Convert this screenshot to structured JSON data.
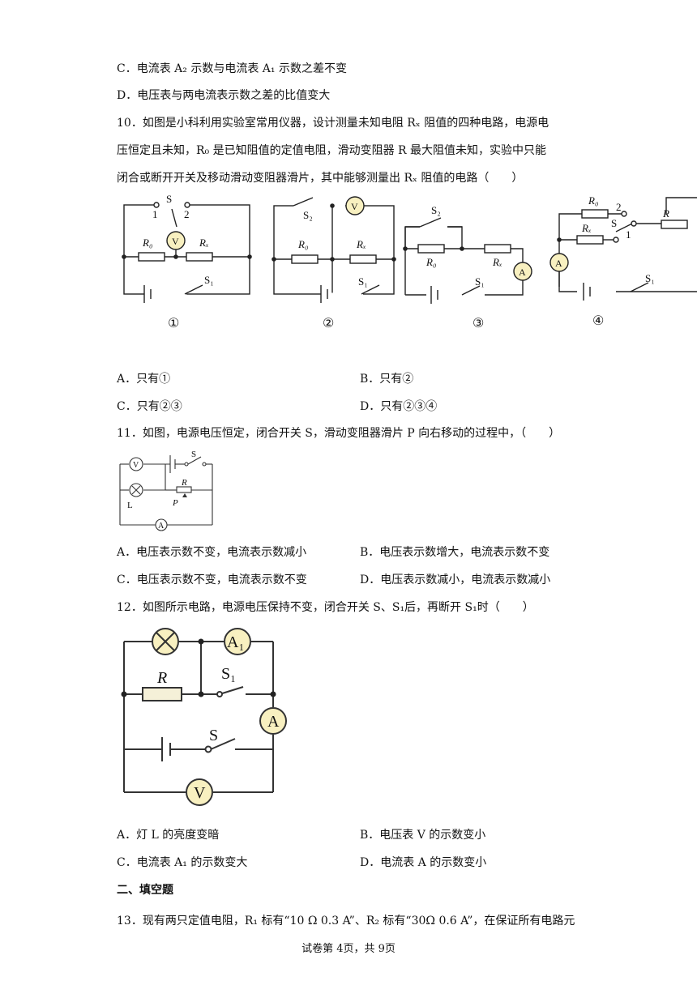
{
  "q9": {
    "optC": "C．电流表 A₂ 示数与电流表 A₁ 示数之差不变",
    "optD": "D．电压表与两电流表示数之差的比值变大"
  },
  "q10": {
    "line1": "10．如图是小科利用实验室常用仪器，设计测量未知电阻 Rₓ 阻值的四种电路，电源电",
    "line2": "压恒定且未知，R₀ 是已知阻值的定值电阻，滑动变阻器 R 最大阻值未知，实验中只能",
    "line3": "闭合或断开开关及移动滑动变阻器滑片，其中能够测量出 Rₓ 阻值的电路（　　）",
    "fig_labels": [
      "①",
      "②",
      "③",
      "④"
    ],
    "circuit_text": {
      "S": "S",
      "one": "1",
      "two": "2",
      "V": "V",
      "A": "A",
      "R0": "R₀",
      "Rx": "Rₓ",
      "S1": "S₁",
      "S2": "S₂",
      "R": "R"
    },
    "optA": "A．只有①",
    "optB": "B．只有②",
    "optC": "C．只有②③",
    "optD": "D．只有②③④"
  },
  "q11": {
    "stem": "11．如图，电源电压恒定，闭合开关 S，滑动变阻器滑片 P 向右移动的过程中，（　　）",
    "circuit_text": {
      "V": "V",
      "S": "S",
      "R": "R",
      "L": "L",
      "P": "P",
      "A": "A"
    },
    "optA": "A．电压表示数不变，电流表示数减小",
    "optB": "B．电压表示数增大，电流表示数不变",
    "optC": "C．电压表示数不变，电流表示数不变",
    "optD": "D．电压表示数减小，电流表示数减小"
  },
  "q12": {
    "stem": "12．如图所示电路，电源电压保持不变，闭合开关 S、S₁后，再断开 S₁时（　　）",
    "circuit_text": {
      "A1": "A₁",
      "R": "R",
      "S1": "S₁",
      "A": "A",
      "S": "S",
      "V": "V"
    },
    "optA": "A．灯 L 的亮度变暗",
    "optB": "B．电压表 V 的示数变小",
    "optC": "C．电流表 A₁ 的示数变大",
    "optD": "D．电流表 A 的示数变小"
  },
  "section2": "二、填空题",
  "q13": {
    "line1": "13．现有两只定值电阻，R₁ 标有“10 Ω 0.3 A”、R₂ 标有“30Ω 0.6 A”，在保证所有电路元"
  },
  "footer": "试卷第 4页，共 9页"
}
